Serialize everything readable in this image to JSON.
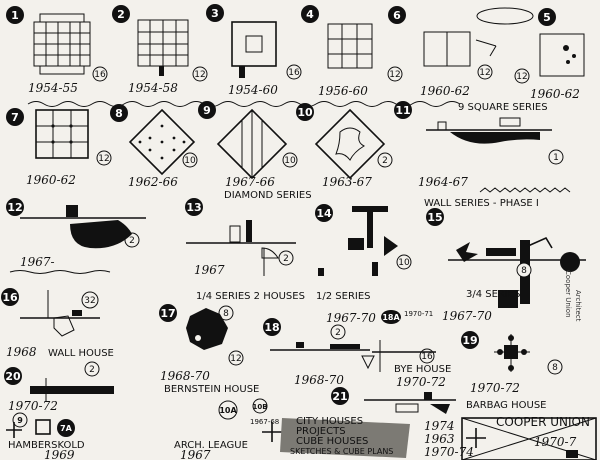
{
  "items": [
    {
      "num": "1",
      "dates": "1954-55",
      "count": "16"
    },
    {
      "num": "2",
      "dates": "1954-58",
      "count": "12"
    },
    {
      "num": "3",
      "dates": "1954-60",
      "count": "16"
    },
    {
      "num": "4",
      "dates": "1956-60",
      "count": "12"
    },
    {
      "num": "6",
      "dates": "1960-62",
      "count": "12"
    },
    {
      "num": "5",
      "dates": "1960-62",
      "count": "12"
    },
    {
      "num": "7",
      "dates": "1960-62",
      "count": "12"
    },
    {
      "num": "8",
      "dates": "1962-66",
      "count": "10"
    },
    {
      "num": "9",
      "dates": "1967-66",
      "count": "10"
    },
    {
      "num": "10",
      "dates": "1963-67",
      "count": "2"
    },
    {
      "num": "11",
      "dates": "1964-67",
      "count": "1"
    },
    {
      "num": "12",
      "dates": "1967-",
      "count": "2"
    },
    {
      "num": "13",
      "dates": "1967",
      "count": "2"
    },
    {
      "num": "14",
      "dates": "1967-70",
      "count": "10"
    },
    {
      "num": "15",
      "dates": "1967-70",
      "count": "8"
    },
    {
      "num": "16",
      "dates": "1968",
      "count": "32"
    },
    {
      "num": "17",
      "dates": "1968-70",
      "count": "12",
      "extra_count": "8"
    },
    {
      "num": "18",
      "dates": "1968-70",
      "count": "2"
    },
    {
      "num": "18A",
      "dates": "1970-71",
      "count": "16"
    },
    {
      "num": "19",
      "dates": "1970-72",
      "count": "8"
    },
    {
      "num": "20",
      "dates": "1970-72",
      "count": "2"
    },
    {
      "num": "21",
      "dates": "1974",
      "count": ""
    }
  ],
  "series_labels": {
    "nine_square": "9 SQUARE SERIES",
    "diamond": "DIAMOND SERIES",
    "wall_phase": "WALL SERIES - PHASE I",
    "quarter": "1/4 SERIES 2 HOUSES",
    "half": "1/2 SERIES",
    "three_quarter": "3/4 SERIES"
  },
  "house_labels": {
    "wall_house": "WALL HOUSE",
    "bernstein": "BERNSTEIN HOUSE",
    "bye": "BYE HOUSE",
    "barbag": "BARBAG HOUSE",
    "hamberskold": "HAMBERSKOLD",
    "hamberskold_year": "1969",
    "arch_league": "ARCH. LEAGUE",
    "arch_league_year": "1967",
    "cooper_union": "COOPER UNION",
    "cooper_union_year": "1970-7",
    "cooper_small": "Cooper Union",
    "cooper_small2": "Architect",
    "extra_nums": [
      "9",
      "7A",
      "10A",
      "10B"
    ],
    "extra_years": [
      "1967-68",
      "1963",
      "1970-74"
    ],
    "notes": [
      "CITY HOUSES",
      "PROJECTS",
      "CUBE HOUSES",
      "SKETCHES & CUBE PLANS"
    ]
  }
}
